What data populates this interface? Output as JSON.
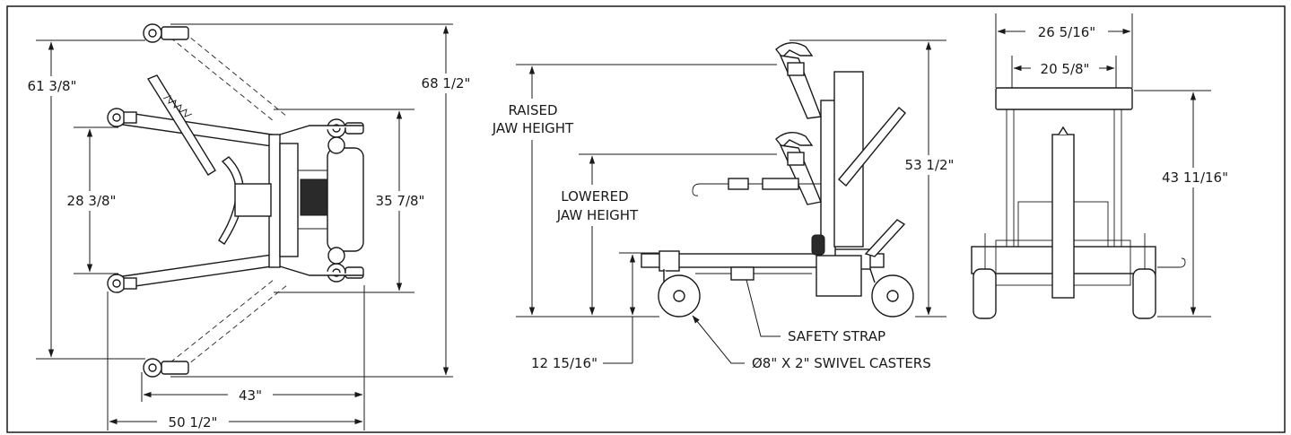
{
  "top_view": {
    "dims": {
      "overall_length": "68 1/2\"",
      "leg_spread_outer": "61 3/8\"",
      "inner_leg_spread": "28 3/8\"",
      "frame_width": "35 7/8\"",
      "base_length_inner": "43\"",
      "base_length_outer": "50 1/2\""
    }
  },
  "side_view": {
    "dims": {
      "overall_height": "53 1/2\"",
      "low_height": "12 15/16\""
    },
    "labels": {
      "raised_line1": "RAISED",
      "raised_line2": "JAW HEIGHT",
      "lowered_line1": "LOWERED",
      "lowered_line2": "JAW HEIGHT",
      "safety_strap": "SAFETY STRAP",
      "casters": "Ø8\" X 2\" SWIVEL CASTERS"
    }
  },
  "front_view": {
    "dims": {
      "outer_width": "26 5/16\"",
      "inner_width": "20 5/8\"",
      "height": "43 11/16\""
    }
  }
}
